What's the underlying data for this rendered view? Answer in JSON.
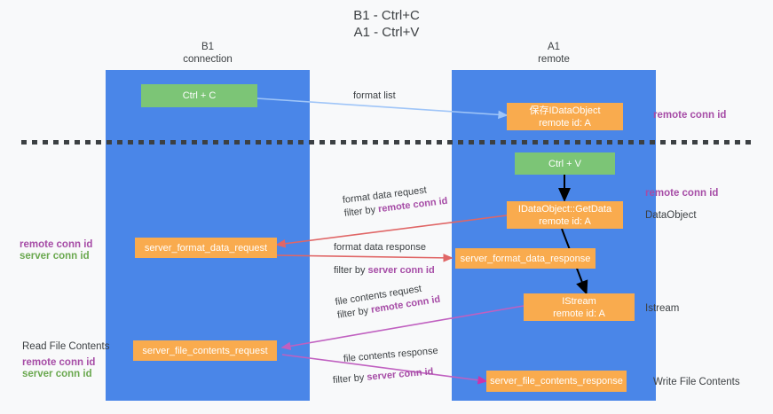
{
  "title": "B1 - Ctrl+C\nA1 - Ctrl+V",
  "columns": {
    "left": "B1\nconnection",
    "right": "A1\nremote"
  },
  "boxes": {
    "ctrl_c": "Ctrl + C",
    "ctrl_v": "Ctrl + V",
    "data_object_save": "保存IDataObject",
    "data_object_save_id": "remote id: A",
    "get_data": "IDataObject::GetData",
    "get_data_id": "remote id: A",
    "istream": "IStream",
    "istream_id": "remote id: A",
    "server_format_data_request": "server_format_data_request",
    "server_format_data_response": "server_format_data_response",
    "server_file_contents_request": "server_file_contents_request",
    "server_file_contents_response": "server_file_contents_response"
  },
  "edges": {
    "format_list": "format list",
    "format_data_request_l1": "format data request",
    "format_data_request_l2_pre": "filter by ",
    "format_data_request_l2_kw": "remote conn id",
    "format_data_response_l1": "format data response",
    "format_data_response_l2_pre": "filter by ",
    "format_data_response_l2_kw": "server conn id",
    "file_contents_request_l1": "file contents request",
    "file_contents_request_l2_pre": "filter by ",
    "file_contents_request_l2_kw": "remote conn id",
    "file_contents_response_l1": "file contents response",
    "file_contents_response_l2_pre": "filter by ",
    "file_contents_response_l2_kw": "server conn id"
  },
  "annotations": {
    "right_remote_conn_id_top": "remote conn id",
    "right_remote_conn_id_mid": "remote conn id",
    "right_data_object": "DataObject",
    "right_istream": "Istream",
    "right_write_file_contents": "Write File Contents",
    "left_remote_conn_id_mid": "remote conn id",
    "left_server_conn_id_mid": "server conn id",
    "left_read_file_contents": "Read File Contents",
    "left_remote_conn_id_bottom": "remote conn id",
    "left_server_conn_id_bottom": "server conn id"
  },
  "colors": {
    "lane": "#4a86e8",
    "green_box": "#7cc576",
    "orange_box": "#f9ab4e",
    "remote_conn_id": "#a64ca6",
    "server_conn_id": "#6aa84f",
    "format_list_arrow": "#9fc5f8",
    "format_data_arrow": "#e06666",
    "file_contents_arrow": "#c060c0",
    "black_arrow": "#000000",
    "background": "#f8f9fa",
    "text": "#3c4043"
  }
}
